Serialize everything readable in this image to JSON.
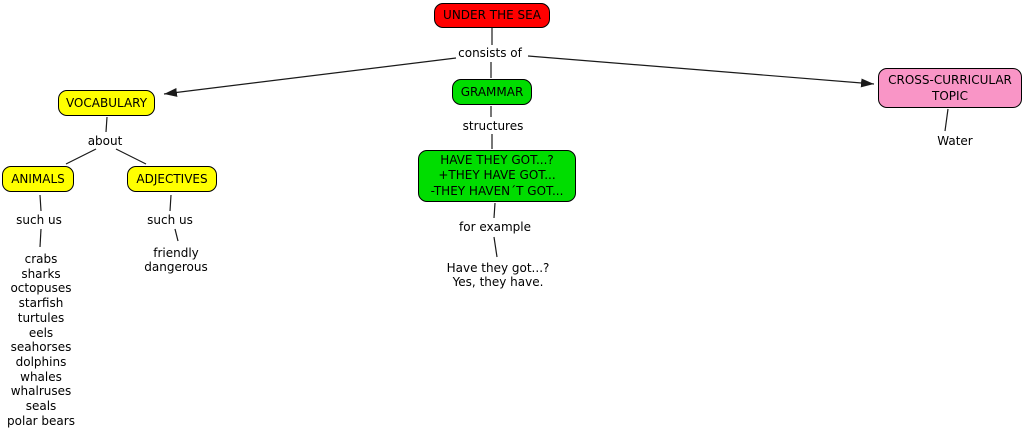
{
  "diagram": {
    "nodes": {
      "root": {
        "label": "UNDER THE SEA",
        "color": "#ff0000"
      },
      "vocabulary": {
        "label": "VOCABULARY",
        "color": "#ffff00"
      },
      "grammar": {
        "label": "GRAMMAR",
        "color": "#00dd00"
      },
      "cross_curricular": {
        "label": "CROSS-CURRICULAR TOPIC",
        "color": "#f995c6"
      },
      "animals": {
        "label": "ANIMALS",
        "color": "#ffff00"
      },
      "adjectives": {
        "label": "ADJECTIVES",
        "color": "#ffff00"
      },
      "structures_box": {
        "label": "HAVE THEY GOT...?\n+THEY HAVE GOT...\n-THEY HAVEN´T GOT...",
        "color": "#00dd00"
      }
    },
    "link_labels": {
      "consists_of": "consists of",
      "about": "about",
      "such_us_animals": "such us",
      "such_us_adjectives": "such us",
      "structures": "structures",
      "for_example": "for example"
    },
    "leaf_texts": {
      "animals_examples": [
        "crabs",
        "sharks",
        "octopuses",
        "starfish",
        "turtules",
        "eels",
        "seahorses",
        "dolphins",
        "whales",
        "whalruses",
        "seals",
        "polar bears"
      ],
      "adjectives_examples": [
        "friendly",
        "dangerous"
      ],
      "grammar_example": [
        "Have they got...?",
        "Yes, they have."
      ],
      "water": "Water"
    }
  }
}
